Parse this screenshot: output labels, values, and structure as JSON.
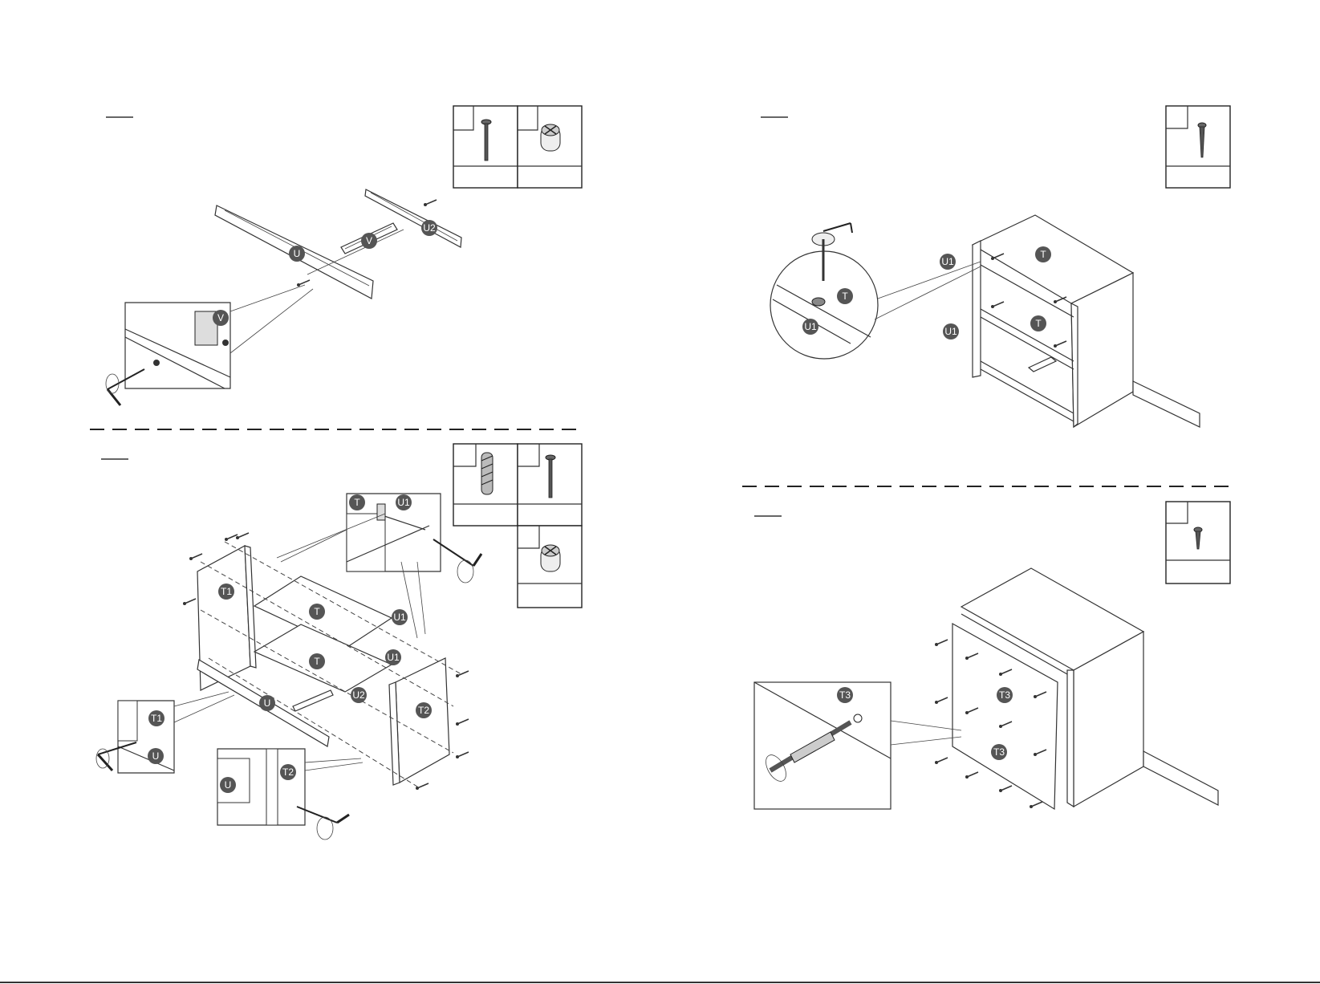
{
  "labels": {
    "u": "U",
    "u1": "U1",
    "u2": "U2",
    "v": "V",
    "t": "T",
    "t1": "T1",
    "t2": "T2",
    "t3": "T3"
  }
}
